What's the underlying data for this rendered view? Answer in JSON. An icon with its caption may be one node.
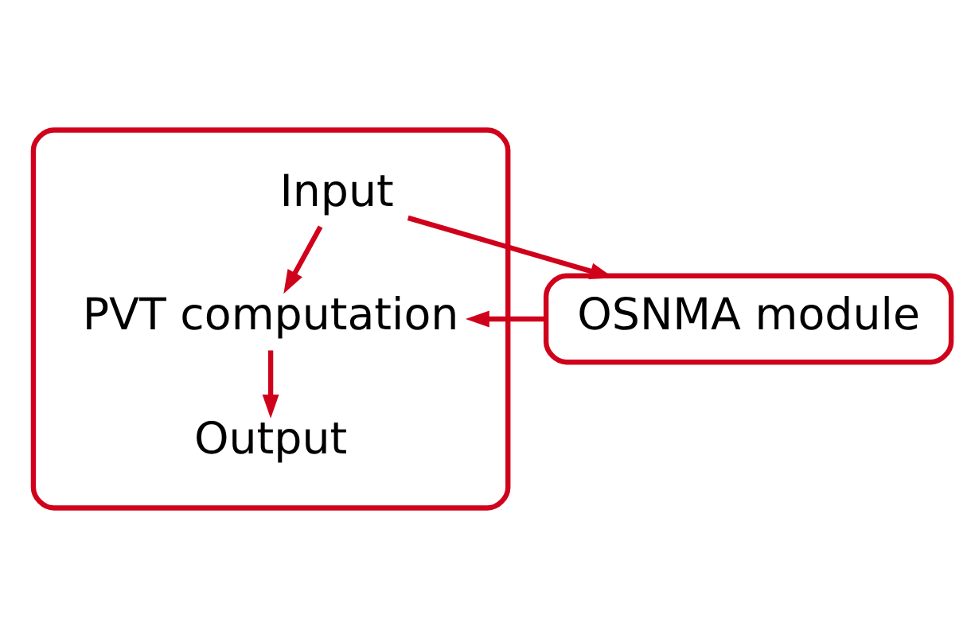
{
  "diagram": {
    "nodes": [
      {
        "text": [],
        "shape": "box"
      },
      {
        "text": [
          "Input"
        ],
        "in": 0
      },
      {
        "text": [
          "PVT computation"
        ],
        "in": 0
      },
      {
        "text": [
          "Output"
        ],
        "in": 0
      },
      {
        "text": [
          "OSNMA module"
        ]
      }
    ],
    "edges": [
      {
        "from": 1,
        "to": 4,
        "arrow": "to"
      },
      {
        "from": 1,
        "to": 2,
        "arrow": "to"
      },
      {
        "from": 4,
        "to": 2,
        "arrow": "to"
      },
      {
        "from": 2,
        "to": 3,
        "arrow": "to"
      }
    ]
  }
}
